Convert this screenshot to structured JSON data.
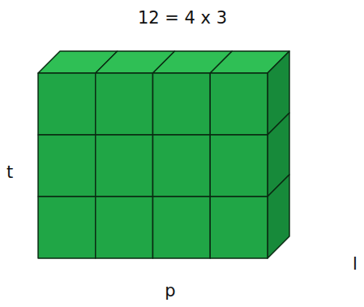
{
  "diagram": {
    "labels": [
      "12 = 4 x 3",
      "t",
      "l",
      "p"
    ]
  }
}
